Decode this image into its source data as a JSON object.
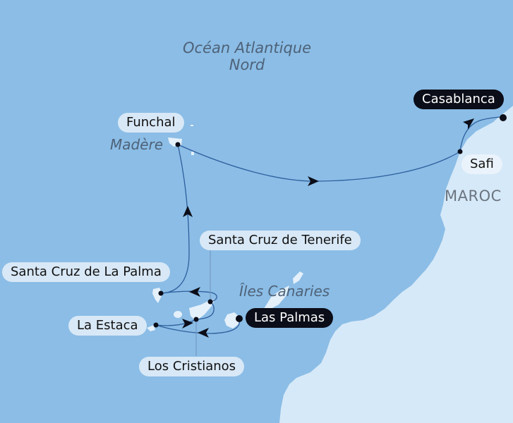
{
  "colors": {
    "ocean": "#8bbde6",
    "land": "#d6e9f8",
    "route": "#2f5f9e",
    "port_dot": "#0b0d18",
    "label_bg": "#d8e8f6",
    "label_dark_bg": "#0b0d18"
  },
  "regions": {
    "ocean": "Océan Atlantique\nNord",
    "ocean_line1": "Océan Atlantique",
    "ocean_line2": "Nord",
    "madeira": "Madère",
    "canaries": "Îles Canaries",
    "morocco": "MAROC"
  },
  "ports": [
    {
      "name": "Casablanca",
      "style": "dark"
    },
    {
      "name": "Safi",
      "style": "light"
    },
    {
      "name": "Funchal",
      "style": "normal"
    },
    {
      "name": "Santa Cruz de Tenerife",
      "style": "normal"
    },
    {
      "name": "Santa Cruz de La Palma",
      "style": "normal"
    },
    {
      "name": "Las Palmas",
      "style": "dark"
    },
    {
      "name": "La Estaca",
      "style": "normal"
    },
    {
      "name": "Los Cristianos",
      "style": "normal"
    }
  ],
  "icons": {
    "port_marker": "filled-circle",
    "route_direction": "arrowhead"
  }
}
